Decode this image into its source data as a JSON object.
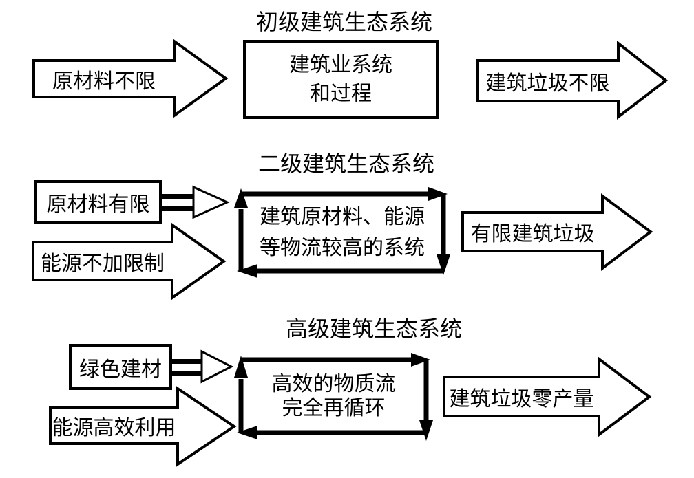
{
  "page": {
    "background_color": "#ffffff",
    "stroke_color": "#000000",
    "text_color": "#000000"
  },
  "sections": [
    {
      "title": "初级建筑生态系统",
      "input_arrow": "原材料不限",
      "system_line1": "建筑业系统",
      "system_line2": "和过程",
      "output_arrow": "建筑垃圾不限"
    },
    {
      "title": "二级建筑生态系统",
      "input_box": "原材料有限",
      "input_arrow": "能源不加限制",
      "system_line1": "建筑原材料、能源",
      "system_line2": "等物流较高的系统",
      "output_arrow": "有限建筑垃圾"
    },
    {
      "title": "高级建筑生态系统",
      "input_box": "绿色建材",
      "input_arrow": "能源高效利用",
      "system_line1": "高效的物质流",
      "system_line2": "完全再循环",
      "output_arrow": "建筑垃圾零产量"
    }
  ]
}
